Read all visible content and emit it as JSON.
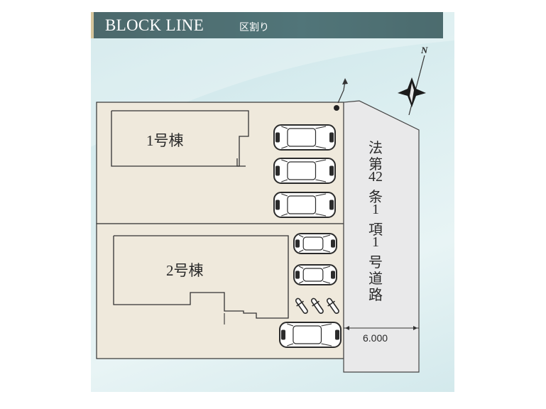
{
  "banner": {
    "title": "BLOCK LINE",
    "subtitle": "区割り"
  },
  "lots": [
    {
      "label": "1号棟"
    },
    {
      "label": "2号棟"
    }
  ],
  "road": {
    "label_chars": [
      "法",
      "第",
      "42",
      "条",
      "1",
      "項",
      "1",
      "号",
      "道",
      "路"
    ],
    "width": "6.000"
  },
  "compass": {
    "north": "N"
  },
  "parking": {
    "cars": 6,
    "bicycles": 3
  },
  "colors": {
    "banner": "#17474c",
    "lot": "#efe9dc",
    "road": "#e9e9ea",
    "line": "#333333"
  }
}
